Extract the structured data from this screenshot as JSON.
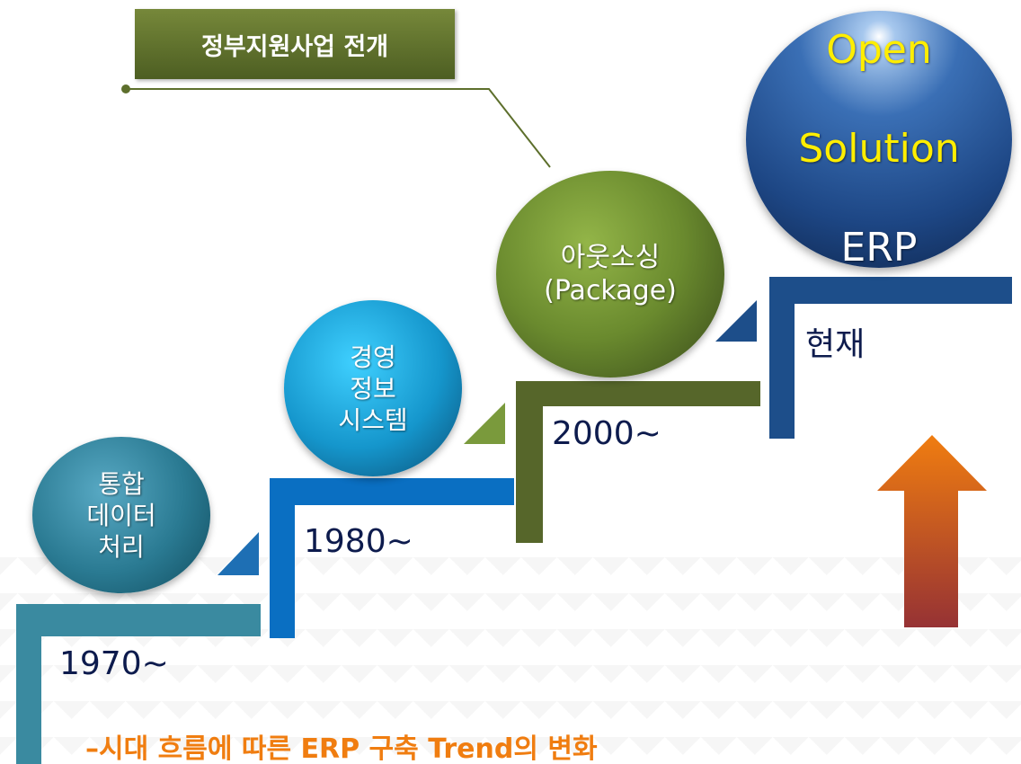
{
  "header_tag": "정부지원사업 전개",
  "stages": [
    {
      "year": "1970~",
      "circle": "통합\n데이터\n처리"
    },
    {
      "year": "1980~",
      "circle": "경영\n정보\n시스템"
    },
    {
      "year": "2000~",
      "circle": "아웃소싱\n(Package)"
    },
    {
      "year": "현재",
      "circle_line1": "Open",
      "circle_line2": "Solution",
      "circle_line3": "ERP"
    }
  ],
  "caption": "–시대 흐름에 따른 ERP 구축 Trend의 변화",
  "colors": {
    "step1": "#3a8aa0",
    "step2": "#0a6fc2",
    "step3": "#56662a",
    "step4": "#1d4e8a",
    "arrow_top": "#f07d10",
    "arrow_bottom": "#963234",
    "tag": "#5d6f2c"
  }
}
